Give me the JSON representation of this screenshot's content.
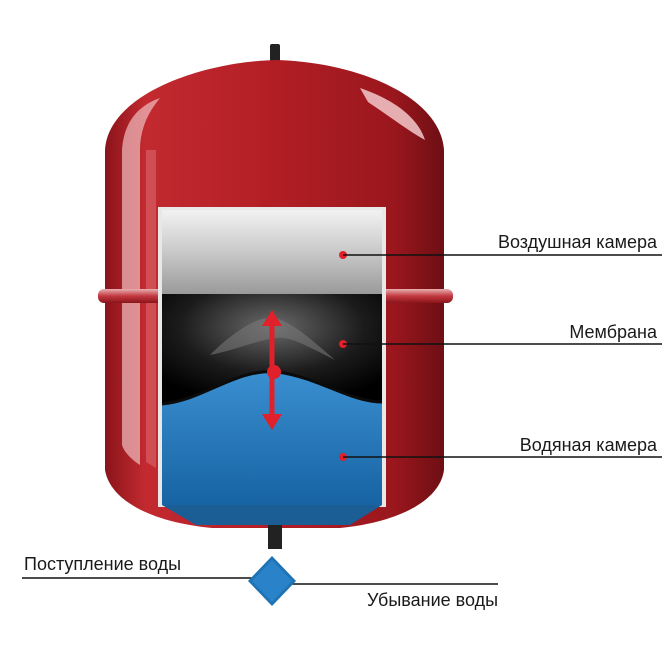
{
  "labels": {
    "air_chamber": "Воздушная камера",
    "membrane": "Мембрана",
    "water_chamber": "Водяная камера",
    "water_inflow": "Поступление воды",
    "water_outflow": "Убывание воды"
  },
  "colors": {
    "tank": "#b01e24",
    "tank_dark": "#7e1218",
    "air": "#c6c6c6",
    "membrane": "#111111",
    "water": "#1f78b8",
    "arrow": "#e0202a",
    "leader_line": "#111111",
    "valve": "#1e73b5"
  },
  "icons": {
    "flow_valve": "diamond-valve-icon",
    "membrane_motion": "double-arrow-icon"
  }
}
